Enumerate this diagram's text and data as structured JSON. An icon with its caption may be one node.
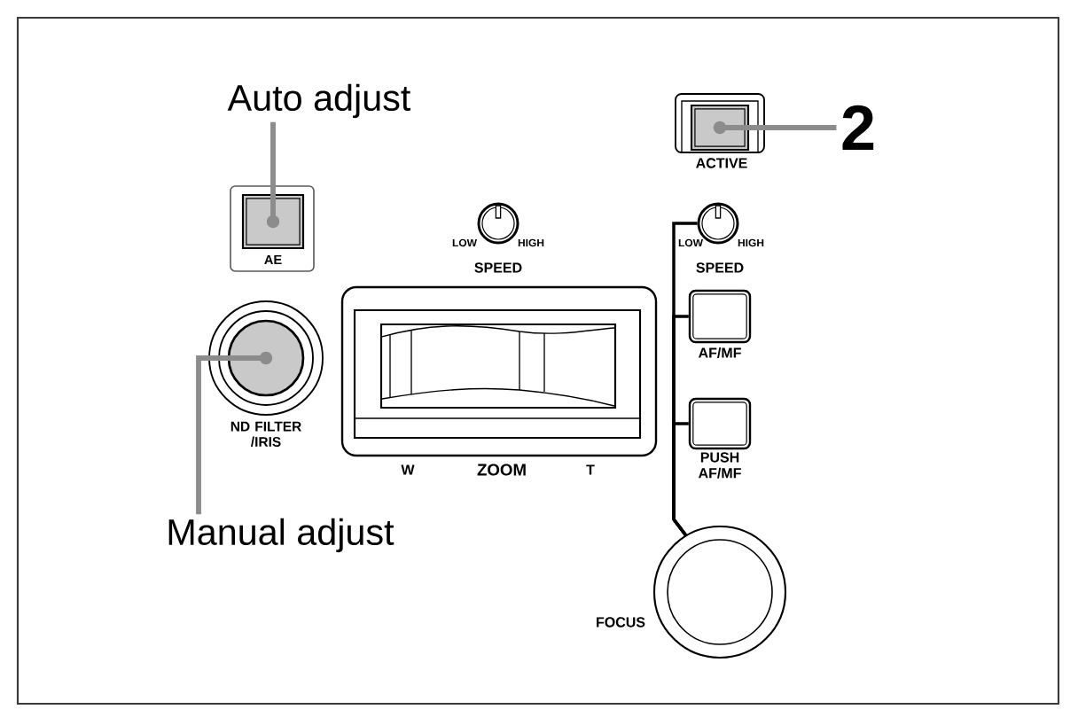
{
  "diagram": {
    "nodes": [
      {
        "text": [
          "Auto adjust"
        ]
      },
      {
        "text": [],
        "shape": "box",
        "beside": [
          "ACTIVE"
        ]
      },
      {
        "text": [
          "2"
        ]
      },
      {
        "text": [],
        "shape": "box",
        "beside": [
          "AE"
        ]
      },
      {
        "text": [],
        "shape": "circle",
        "beside": [
          "LOW",
          "HIGH",
          "SPEED"
        ]
      },
      {
        "text": [],
        "shape": "circle",
        "beside": [
          "LOW",
          "HIGH",
          "SPEED"
        ]
      },
      {
        "text": [],
        "shape": "circle",
        "beside": [
          "ND FILTER /IRIS"
        ]
      },
      {
        "text": [],
        "shape": "box",
        "beside": [
          "W",
          "ZOOM",
          "T"
        ]
      },
      {
        "text": [],
        "shape": "box",
        "beside": [
          "AF/MF"
        ]
      },
      {
        "text": [],
        "shape": "box",
        "beside": [
          "PUSH AF/MF"
        ]
      },
      {
        "text": [
          "Manual adjust"
        ]
      },
      {
        "text": [],
        "shape": "circle",
        "beside": [
          "FOCUS"
        ]
      }
    ],
    "edges": [
      {
        "from": 0,
        "to": 3,
        "arrow": "other"
      },
      {
        "from": 2,
        "to": 1,
        "arrow": "other"
      },
      {
        "from": 10,
        "to": 6,
        "arrow": "other"
      },
      {
        "from": 11,
        "to": 5,
        "arrow": "none",
        "color": "#000000"
      },
      {
        "from": 11,
        "to": 8,
        "arrow": "none",
        "color": "#000000"
      },
      {
        "from": 11,
        "to": 9,
        "arrow": "none",
        "color": "#000000"
      }
    ]
  }
}
